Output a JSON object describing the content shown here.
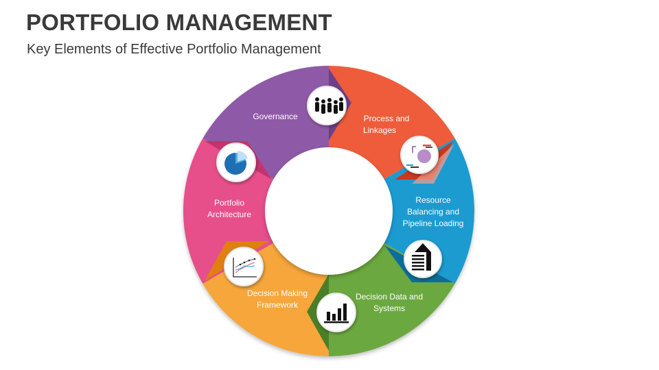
{
  "header": {
    "title": "PORTFOLIO MANAGEMENT",
    "subtitle": "Key Elements of Effective Portfolio Management"
  },
  "colors": {
    "governance": "#8e5aa7",
    "process": "#ee5b3b",
    "resource": "#1a9bd0",
    "decision_data": "#6ca840",
    "decision_making": "#f6a63a",
    "portfolio_architecture": "#e64f8a"
  },
  "segments": [
    {
      "id": "governance",
      "label_lines": [
        "Governance"
      ],
      "icon": "people-group-icon"
    },
    {
      "id": "process",
      "label_lines": [
        "Process and",
        "Linkages"
      ],
      "icon": "process-link-icon"
    },
    {
      "id": "resource",
      "label_lines": [
        "Resource",
        "Balancing and",
        "Pipeline Loading"
      ],
      "icon": "stacked-arrow-icon"
    },
    {
      "id": "decision_data",
      "label_lines": [
        "Decision Data and",
        "Systems"
      ],
      "icon": "bar-chart-icon"
    },
    {
      "id": "decision_making",
      "label_lines": [
        "Decision Making",
        "Framework"
      ],
      "icon": "line-chart-icon"
    },
    {
      "id": "portfolio_architecture",
      "label_lines": [
        "Portfolio",
        "Architecture"
      ],
      "icon": "pie-chart-icon"
    }
  ]
}
